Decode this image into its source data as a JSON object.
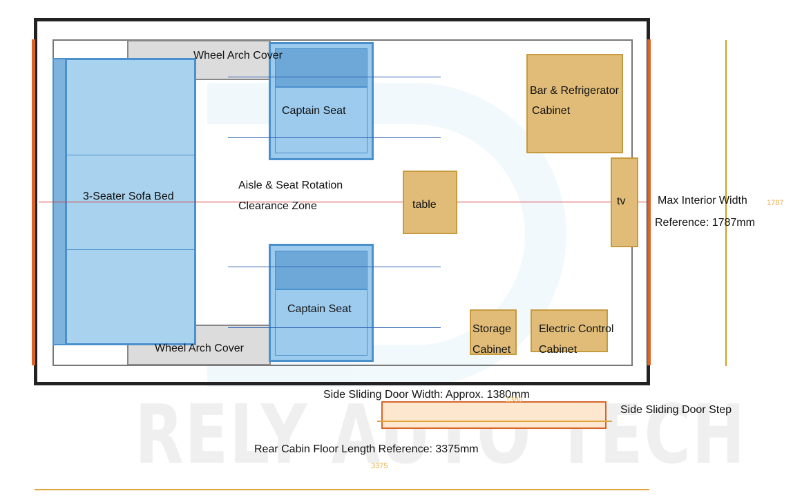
{
  "labels": {
    "wheel_arch_top": "Wheel Arch Cover",
    "wheel_arch_bottom": "Wheel Arch Cover",
    "captain_seat_top": "Captain Seat",
    "captain_seat_bottom": "Captain Seat",
    "sofa": "3-Seater Sofa Bed",
    "aisle_line1": "Aisle & Seat Rotation",
    "aisle_line2": "Clearance Zone",
    "table": "table",
    "tv": "tv",
    "bar_line1": "Bar & Refrigerator",
    "bar_line2": "Cabinet",
    "storage_line1": "Storage",
    "storage_line2": "Cabinet",
    "electric_line1": "Electric Control",
    "electric_line2": "Cabinet",
    "width_line1": "Max Interior Width",
    "width_line2": "Reference: 1787mm",
    "width_num": "1787",
    "door_width": "Side Sliding Door Width: Approx. 1380mm",
    "door_num": "1380",
    "door_step": "Side Sliding Door Step",
    "length_ref": "Rear Cabin Floor Length Reference: 3375mm",
    "length_num": "3375"
  },
  "watermark": "RELY AUTO TECH",
  "colors": {
    "furniture_blue": "#a9d2ee",
    "cabinet_tan": "#e0bc78",
    "accent_orange": "#d9642a",
    "dimension_gold": "#c9a227"
  }
}
